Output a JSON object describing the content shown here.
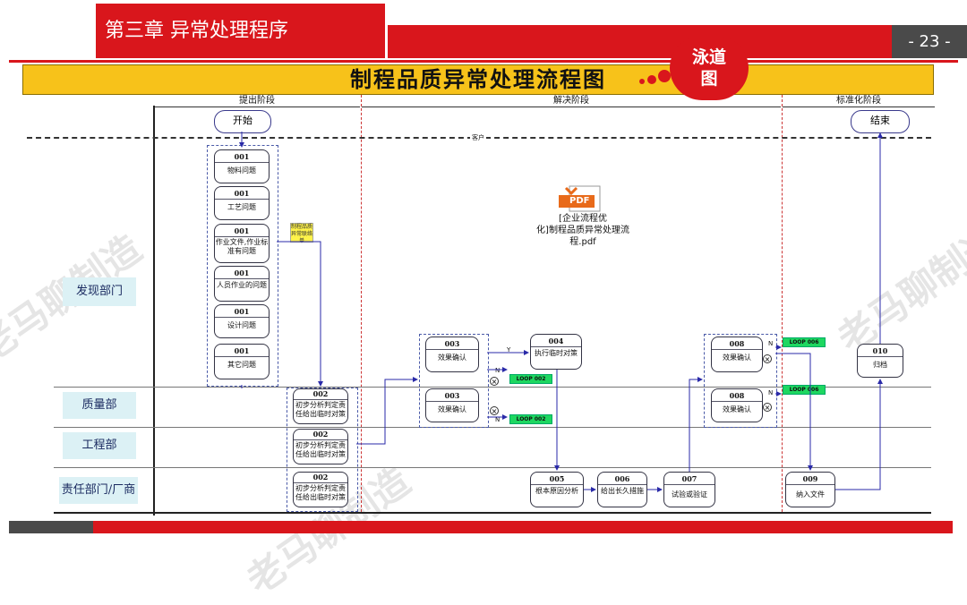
{
  "header": {
    "chapter_title": "第三章  异常处理程序",
    "page_number": "- 23 -",
    "badge": "泳道图",
    "badge_line1": "泳道",
    "badge_line2": "图"
  },
  "diagram": {
    "title": "制程品质异常处理流程图",
    "phases": [
      "提出阶段",
      "解决阶段",
      "标准化阶段"
    ],
    "customer_label": "客户",
    "lanes": [
      "发现部门",
      "质量部",
      "工程部",
      "责任部门/厂商"
    ],
    "start": "开始",
    "end": "结束",
    "problems": [
      {
        "num": "001",
        "text": "物料问题"
      },
      {
        "num": "001",
        "text": "工艺问题"
      },
      {
        "num": "001",
        "text": "作业文件,作业标准有问题"
      },
      {
        "num": "001",
        "text": "人员作业的问题"
      },
      {
        "num": "001",
        "text": "设计问题"
      },
      {
        "num": "001",
        "text": "其它问题"
      }
    ],
    "note": "制程品质异常联络单",
    "analysis": [
      {
        "num": "002",
        "text": "初步分析判定责任给出临时对策"
      },
      {
        "num": "002",
        "text": "初步分析判定责任给出临时对策"
      },
      {
        "num": "002",
        "text": "初步分析判定责任给出临时对策"
      }
    ],
    "confirm_003": [
      {
        "num": "003",
        "text": "效果确认"
      },
      {
        "num": "003",
        "text": "效果确认"
      }
    ],
    "node_004": {
      "num": "004",
      "text": "执行临时对策"
    },
    "node_005": {
      "num": "005",
      "text": "根本原因分析"
    },
    "node_006": {
      "num": "006",
      "text": "给出长久措施"
    },
    "node_007": {
      "num": "007",
      "text": "试验或验证"
    },
    "confirm_008": [
      {
        "num": "008",
        "text": "效果确认"
      },
      {
        "num": "008",
        "text": "效果确认"
      }
    ],
    "node_009": {
      "num": "009",
      "text": "纳入文件"
    },
    "node_010": {
      "num": "010",
      "text": "归档"
    },
    "yes": "Y",
    "no": "N",
    "loops": [
      "LOOP 002",
      "LOOP 002",
      "LOOP 006",
      "LOOP 006"
    ],
    "attachment_caption": "[企业流程优化]制程品质异常处理流程.pdf",
    "attachment_caption_line1": "[企业流程优",
    "attachment_caption_line2": "化]制程品质异常处理流程.pdf",
    "pdf_label": "PDF"
  },
  "watermark": "老马聊制造",
  "colors": {
    "accent_red": "#d9161c",
    "title_yellow": "#f7c21a",
    "lane_label_bg": "#dcf1f5",
    "loop_green": "#1ed760"
  }
}
